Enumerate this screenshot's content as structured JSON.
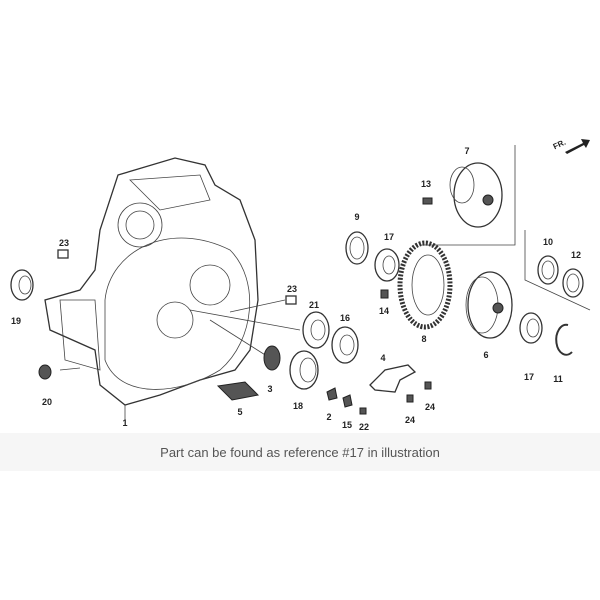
{
  "diagram": {
    "direction_marker": "FR.",
    "callouts": [
      "1",
      "2",
      "3",
      "4",
      "5",
      "6",
      "7",
      "8",
      "9",
      "10",
      "11",
      "12",
      "13",
      "14",
      "15",
      "16",
      "17",
      "17",
      "18",
      "19",
      "20",
      "21",
      "22",
      "23",
      "23",
      "24",
      "24"
    ]
  },
  "caption": "Part can be found as reference #17 in illustration"
}
